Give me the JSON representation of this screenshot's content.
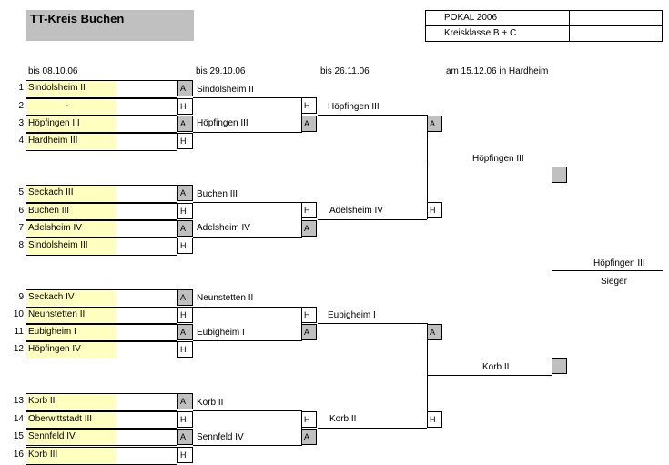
{
  "header": {
    "title": "TT-Kreis Buchen",
    "competition": "POKAL 2006",
    "class": "Kreisklasse  B + C"
  },
  "rounds": {
    "r1_date": "bis  08.10.06",
    "r2_date": "bis  29.10.06",
    "r3_date": "bis  26.11.06",
    "final_date": "am  15.12.06 in Hardheim"
  },
  "round1": [
    {
      "num": "1",
      "team": "Sindolsheim II",
      "slot": "A"
    },
    {
      "num": "2",
      "team": "-",
      "slot": "H"
    },
    {
      "num": "3",
      "team": "Höpfingen III",
      "slot": "A"
    },
    {
      "num": "4",
      "team": "Hardheim  III",
      "slot": "H"
    },
    {
      "num": "5",
      "team": "Seckach III",
      "slot": "A"
    },
    {
      "num": "6",
      "team": "Buchen III",
      "slot": "H"
    },
    {
      "num": "7",
      "team": "Adelsheim IV",
      "slot": "A"
    },
    {
      "num": "8",
      "team": "Sindolsheim  III",
      "slot": "H"
    },
    {
      "num": "9",
      "team": "Seckach IV",
      "slot": "A"
    },
    {
      "num": "10",
      "team": "Neunstetten II",
      "slot": "H"
    },
    {
      "num": "11",
      "team": "Eubigheim  I",
      "slot": "A"
    },
    {
      "num": "12",
      "team": "Höpfingen IV",
      "slot": "H"
    },
    {
      "num": "13",
      "team": "Korb II",
      "slot": "A"
    },
    {
      "num": "14",
      "team": "Oberwittstadt III",
      "slot": "H"
    },
    {
      "num": "15",
      "team": "Sennfeld IV",
      "slot": "A"
    },
    {
      "num": "16",
      "team": "Korb III",
      "slot": "H"
    }
  ],
  "round2": [
    {
      "team": "Sindolsheim II",
      "slot": "H"
    },
    {
      "team": "Höpfingen III",
      "slot": "A"
    },
    {
      "team": "Buchen III",
      "slot": "H"
    },
    {
      "team": "Adelsheim IV",
      "slot": "A"
    },
    {
      "team": "Neunstetten II",
      "slot": "H"
    },
    {
      "team": "Eubigheim I",
      "slot": "A"
    },
    {
      "team": "Korb II",
      "slot": "H"
    },
    {
      "team": "Sennfeld IV",
      "slot": "A"
    }
  ],
  "round3": [
    {
      "team": "Höpfingen III",
      "slot": "A"
    },
    {
      "team": "Adelsheim IV",
      "slot": "H"
    },
    {
      "team": "Eubigheim I",
      "slot": "A"
    },
    {
      "team": "Korb II",
      "slot": "H"
    }
  ],
  "semis": [
    {
      "team": "Höpfingen III"
    },
    {
      "team": "Korb II"
    }
  ],
  "final": {
    "winner": "Höpfingen III",
    "label": "Sieger"
  }
}
